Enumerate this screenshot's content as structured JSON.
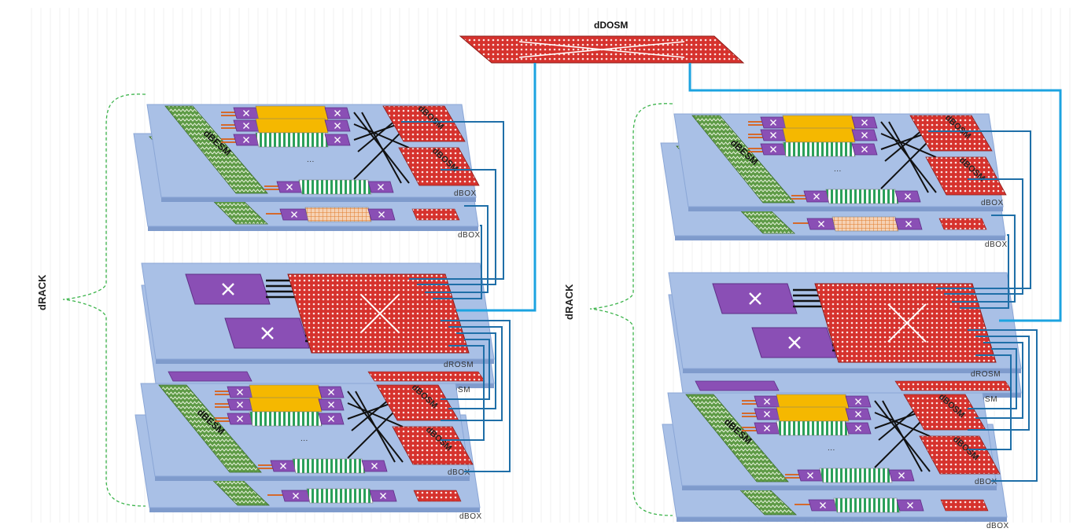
{
  "title": "dDOSM",
  "racks": [
    {
      "label": "dRACK",
      "box_panels": [
        {
          "box_label": "dBOX",
          "besm_label": "dBESM",
          "osm_label": "dBOSM"
        },
        {
          "box_label": "dBOX"
        },
        {
          "box_label": "dBOX",
          "besm_label": "dBESM",
          "osm_label": "dBOSM"
        },
        {
          "box_label": "dBOX"
        }
      ],
      "rosm_label": "dROSM",
      "rosm_label_2": "dROSM"
    },
    {
      "label": "dRACK",
      "box_panels": [
        {
          "box_label": "dBOX",
          "besm_label": "dBESM",
          "osm_label": "dBOSM"
        },
        {
          "box_label": "dBOX"
        },
        {
          "box_label": "dBOX",
          "besm_label": "dBESM",
          "osm_label": "dBOSM"
        },
        {
          "box_label": "dBOX"
        }
      ],
      "rosm_label": "dROSM",
      "rosm_label_2": "dROSM"
    }
  ],
  "colors": {
    "panel": "#a9c0e6",
    "panel_edge": "#8aa6d6",
    "osm_red": "#d6322d",
    "besm_green": "#4f8a3a",
    "purple": "#8a4fb5",
    "yellow": "#f5b800",
    "cable": "#1f6fa8",
    "dosm_cable": "#1ca3e0",
    "brace": "#3cb44b"
  }
}
